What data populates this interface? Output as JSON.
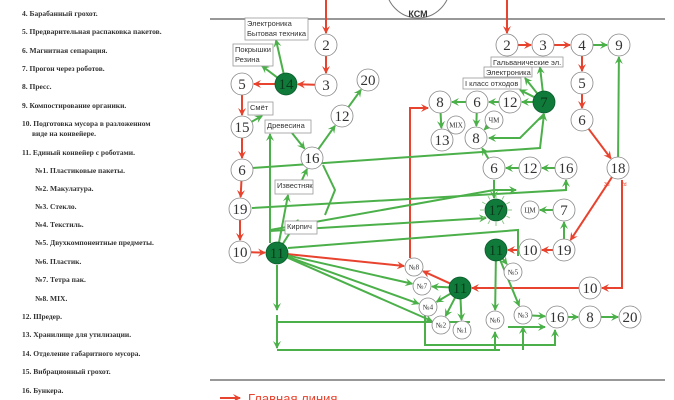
{
  "legend_items": [
    {
      "text": "4. Барабанный грохот.",
      "indent": false
    },
    {
      "text": "5. Предварительная распаковка пакетов.",
      "indent": false
    },
    {
      "text": "6. Магнитная сепарация.",
      "indent": false
    },
    {
      "text": "7. Прогон через роботов.",
      "indent": false
    },
    {
      "text": "8. Пресс.",
      "indent": false
    },
    {
      "text": "9. Компостирование органики.",
      "indent": false
    },
    {
      "text": "10. Подготовка мусора в разложенном",
      "indent": false
    },
    {
      "text": "виде на конвейере.",
      "indent": true
    },
    {
      "text": "11. Единый конвейер с роботами.",
      "indent": false
    },
    {
      "text": "№1. Пластиковые пакеты.",
      "indent": true
    },
    {
      "text": "№2. Макулатура.",
      "indent": true
    },
    {
      "text": "№3. Стекло.",
      "indent": true
    },
    {
      "text": "№4. Текстиль.",
      "indent": true
    },
    {
      "text": "№5. Двухкомпонентные предметы.",
      "indent": true
    },
    {
      "text": "№6. Пластик.",
      "indent": true
    },
    {
      "text": "№7. Тетра пак.",
      "indent": true
    },
    {
      "text": "№8. MIX.",
      "indent": true
    },
    {
      "text": "12. Шредер.",
      "indent": false
    },
    {
      "text": "13. Хранилище для утилизации.",
      "indent": false
    },
    {
      "text": "14. Отделение габаритного мусора.",
      "indent": false
    },
    {
      "text": "15. Вибрационный грохот.",
      "indent": false
    },
    {
      "text": "16. Бункера.",
      "indent": false
    }
  ],
  "diagram": {
    "ksm_label": "КСМ",
    "main_line_label": "Главная линия",
    "colors": {
      "main": "#e8432e",
      "secondary": "#4cb04a",
      "station": "#0f7a3a",
      "line": "#777777"
    },
    "nodes": {
      "n2a": "2",
      "n3a": "3",
      "n14": "14",
      "n5a": "5",
      "n15": "15",
      "n6a": "6",
      "n19a": "19",
      "n10a": "10",
      "n11a": "11",
      "n12a": "12",
      "n20a": "20",
      "n16a": "16",
      "n2b": "2",
      "n3b": "3",
      "n4": "4",
      "n9": "9",
      "n5b": "5",
      "n6b": "6",
      "n18": "18",
      "n7": "7",
      "n12b": "12",
      "n6c": "6",
      "n8a": "8",
      "n13": "13",
      "mix": "MIX",
      "chm": "ЧМ",
      "n8b": "8",
      "n6d": "6",
      "n12c": "12",
      "n16b": "16",
      "n17": "17",
      "cm": "ЦМ",
      "n7b": "7",
      "n11b": "11",
      "n10b": "10",
      "n19b": "19",
      "s5": "№5",
      "n10c": "10",
      "n11c": "11",
      "s8": "№8",
      "s7": "№7",
      "s4": "№4",
      "s2": "№2",
      "s1": "№1",
      "s6": "№6",
      "s3": "№3",
      "n16c": "16",
      "n8c": "8",
      "n20b": "20"
    },
    "boxes": {
      "electronics_appliances": [
        "Электроника",
        "Бытовая техника"
      ],
      "tires_rubber": [
        "Покрышки",
        "Резина"
      ],
      "sweepings": [
        "Смёт"
      ],
      "wood": [
        "Древесина"
      ],
      "limestone": [
        "Известняк"
      ],
      "brick": [
        "Кирпич"
      ],
      "galvanic": [
        "Гальванические эл."
      ],
      "electronics": [
        "Электроника"
      ],
      "class1_waste": [
        "I класс отходов"
      ]
    },
    "branch_labels": [
      "3d",
      "2d"
    ]
  }
}
